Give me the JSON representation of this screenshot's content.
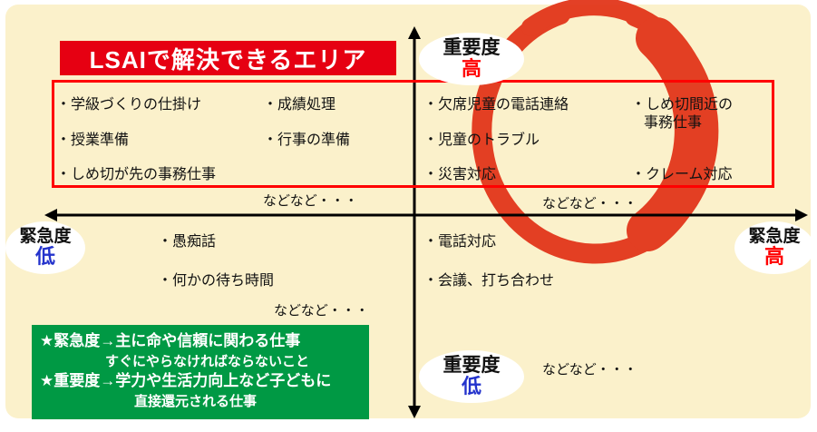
{
  "banner": {
    "label": "LSAIで解決できるエリア"
  },
  "axes": {
    "importance_label": "重要度",
    "urgency_label": "緊急度",
    "high": "高",
    "low": "低"
  },
  "etc_label": "などなど・・・",
  "quadrants": {
    "top_left": {
      "col1": [
        "・学級づくりの仕掛け",
        "・授業準備",
        "・しめ切が先の事務仕事"
      ],
      "col2": [
        "・成績処理",
        "・行事の準備"
      ]
    },
    "top_right": {
      "col1": [
        "・欠席児童の電話連絡",
        "・児童のトラブル",
        "・災害対応"
      ],
      "col2_item1_line1": "・しめ切間近の",
      "col2_item1_line2": "事務仕事",
      "col2_item2": "・クレーム対応"
    },
    "bottom_left": {
      "items": [
        "・愚痴話",
        "・何かの待ち時間"
      ]
    },
    "bottom_right": {
      "items": [
        "・電話対応",
        "・会議、打ち合わせ"
      ]
    }
  },
  "legend": {
    "line1": "★緊急度→主に命や信頼に関わる仕事",
    "line2": "すぐにやらなければならないこと",
    "line3": "★重要度→学力や生活力向上など子どもに",
    "line4": "直接還元される仕事"
  },
  "colors": {
    "background_cream": "#FBF1CB",
    "banner_red": "#E60012",
    "box_border_red": "#FF0000",
    "brush_circle_red": "#E2361B",
    "legend_green": "#009944",
    "high_red": "#FF0000",
    "low_blue": "#2433CC"
  }
}
